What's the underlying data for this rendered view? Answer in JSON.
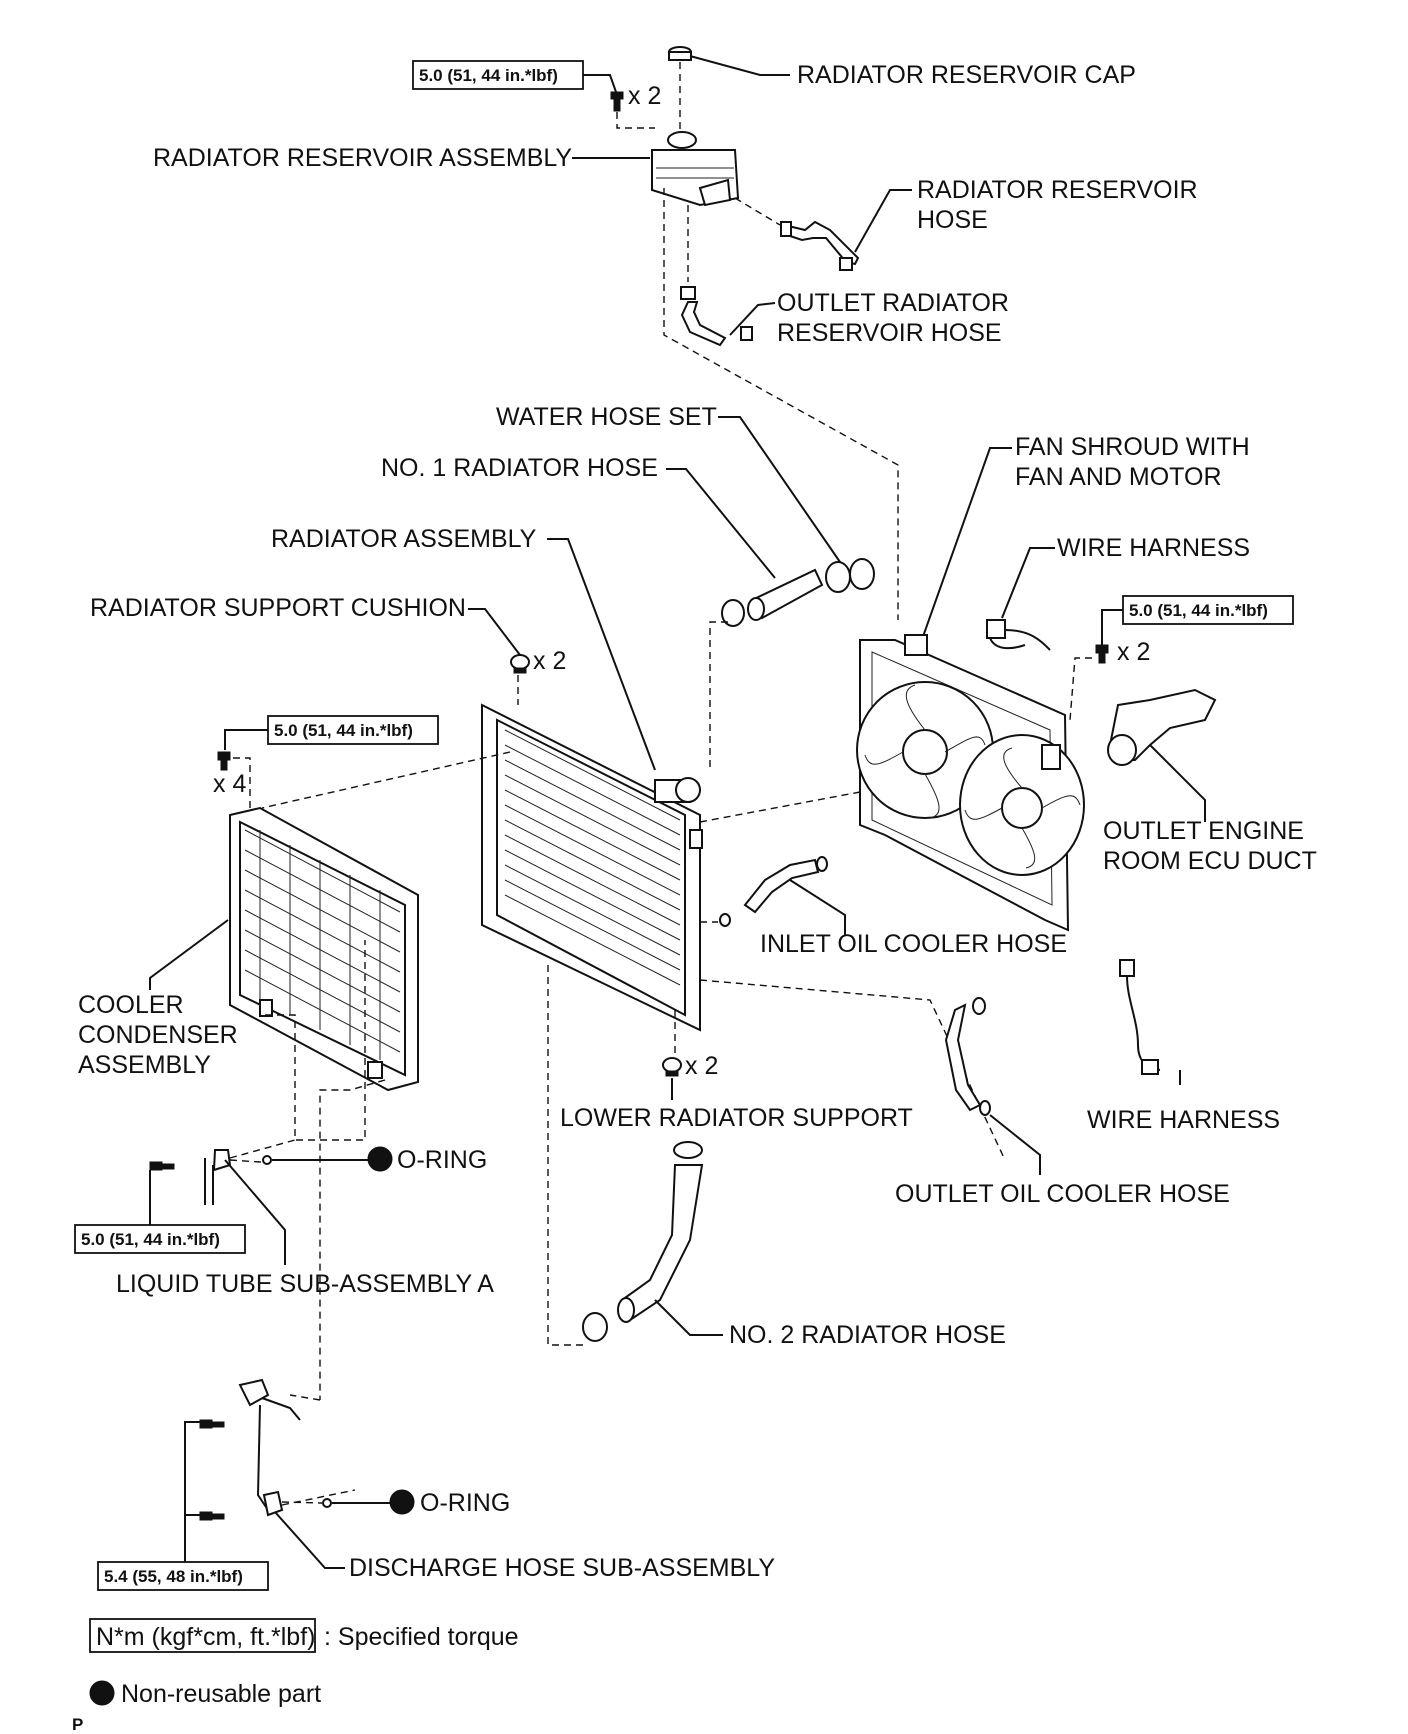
{
  "labels": {
    "reservoir_cap": "RADIATOR RESERVOIR CAP",
    "reservoir_assembly": "RADIATOR RESERVOIR ASSEMBLY",
    "reservoir_hose_1": "RADIATOR RESERVOIR",
    "reservoir_hose_2": "HOSE",
    "outlet_reservoir_hose_1": "OUTLET RADIATOR",
    "outlet_reservoir_hose_2": "RESERVOIR HOSE",
    "water_hose_set": "WATER HOSE SET",
    "no1_radiator_hose": "NO. 1 RADIATOR HOSE",
    "fan_shroud_1": "FAN SHROUD WITH",
    "fan_shroud_2": "FAN AND MOTOR",
    "radiator_assembly": "RADIATOR ASSEMBLY",
    "wire_harness_top": "WIRE HARNESS",
    "support_cushion": "RADIATOR SUPPORT CUSHION",
    "outlet_ecu_duct_1": "OUTLET ENGINE",
    "outlet_ecu_duct_2": "ROOM ECU DUCT",
    "inlet_oil_cooler_hose": "INLET OIL COOLER HOSE",
    "cooler_condenser_1": "COOLER",
    "cooler_condenser_2": "CONDENSER",
    "cooler_condenser_3": "ASSEMBLY",
    "lower_radiator_support": "LOWER RADIATOR SUPPORT",
    "wire_harness_bottom": "WIRE HARNESS",
    "o_ring_1": "O-RING",
    "outlet_oil_cooler_hose": "OUTLET OIL COOLER HOSE",
    "liquid_tube": "LIQUID TUBE SUB-ASSEMBLY A",
    "no2_radiator_hose": "NO. 2 RADIATOR HOSE",
    "o_ring_2": "O-RING",
    "discharge_hose": "DISCHARGE HOSE SUB-ASSEMBLY"
  },
  "quantities": {
    "reservoir_bolts": "x 2",
    "support_cushion": "x 2",
    "fan_bolts": "x 2",
    "condenser_bolts": "x 4",
    "lower_support": "x 2"
  },
  "torques": {
    "reservoir": "5.0 (51, 44 in.*lbf)",
    "fan_shroud": "5.0 (51, 44 in.*lbf)",
    "condenser": "5.0 (51, 44 in.*lbf)",
    "liquid_tube": "5.0 (51, 44 in.*lbf)",
    "discharge": "5.4 (55, 48 in.*lbf)"
  },
  "legend": {
    "torque_unit": "N*m (kgf*cm, ft.*lbf)",
    "torque_text": ": Specified torque",
    "non_reusable_text": "Non-reusable part"
  },
  "corner_mark": "P"
}
